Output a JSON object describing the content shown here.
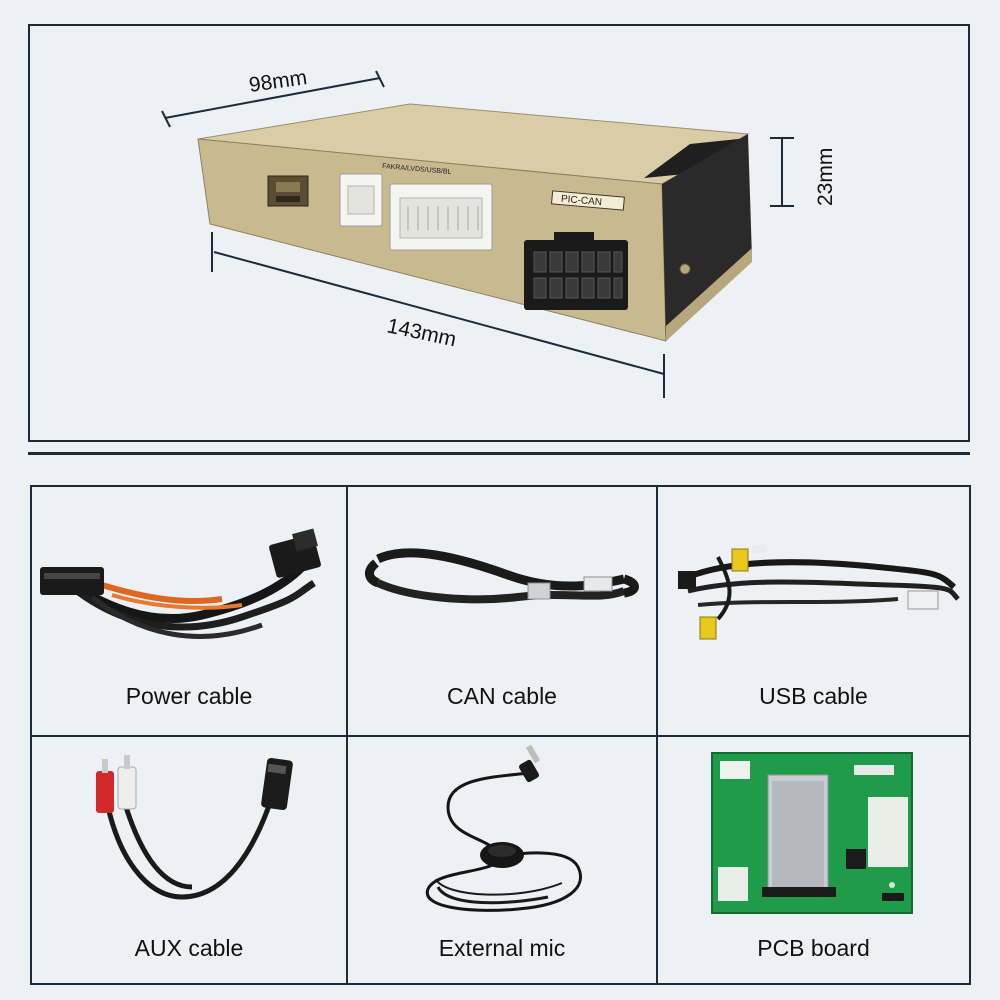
{
  "dimensions": {
    "length": "143mm",
    "width": "98mm",
    "height": "23mm"
  },
  "device": {
    "port_label": "PIC-CAN",
    "port_label_top": "FAKRA/LVDS/USB/BL"
  },
  "accessories": [
    {
      "label": "Power cable"
    },
    {
      "label": "CAN cable"
    },
    {
      "label": "USB cable"
    },
    {
      "label": "AUX cable"
    },
    {
      "label": "External mic"
    },
    {
      "label": "PCB board"
    }
  ],
  "colors": {
    "border": "#1c2a3a",
    "device_gold": "#c9b98f",
    "background": "#edf0f4",
    "pcb_green": "#1f9c4a"
  }
}
